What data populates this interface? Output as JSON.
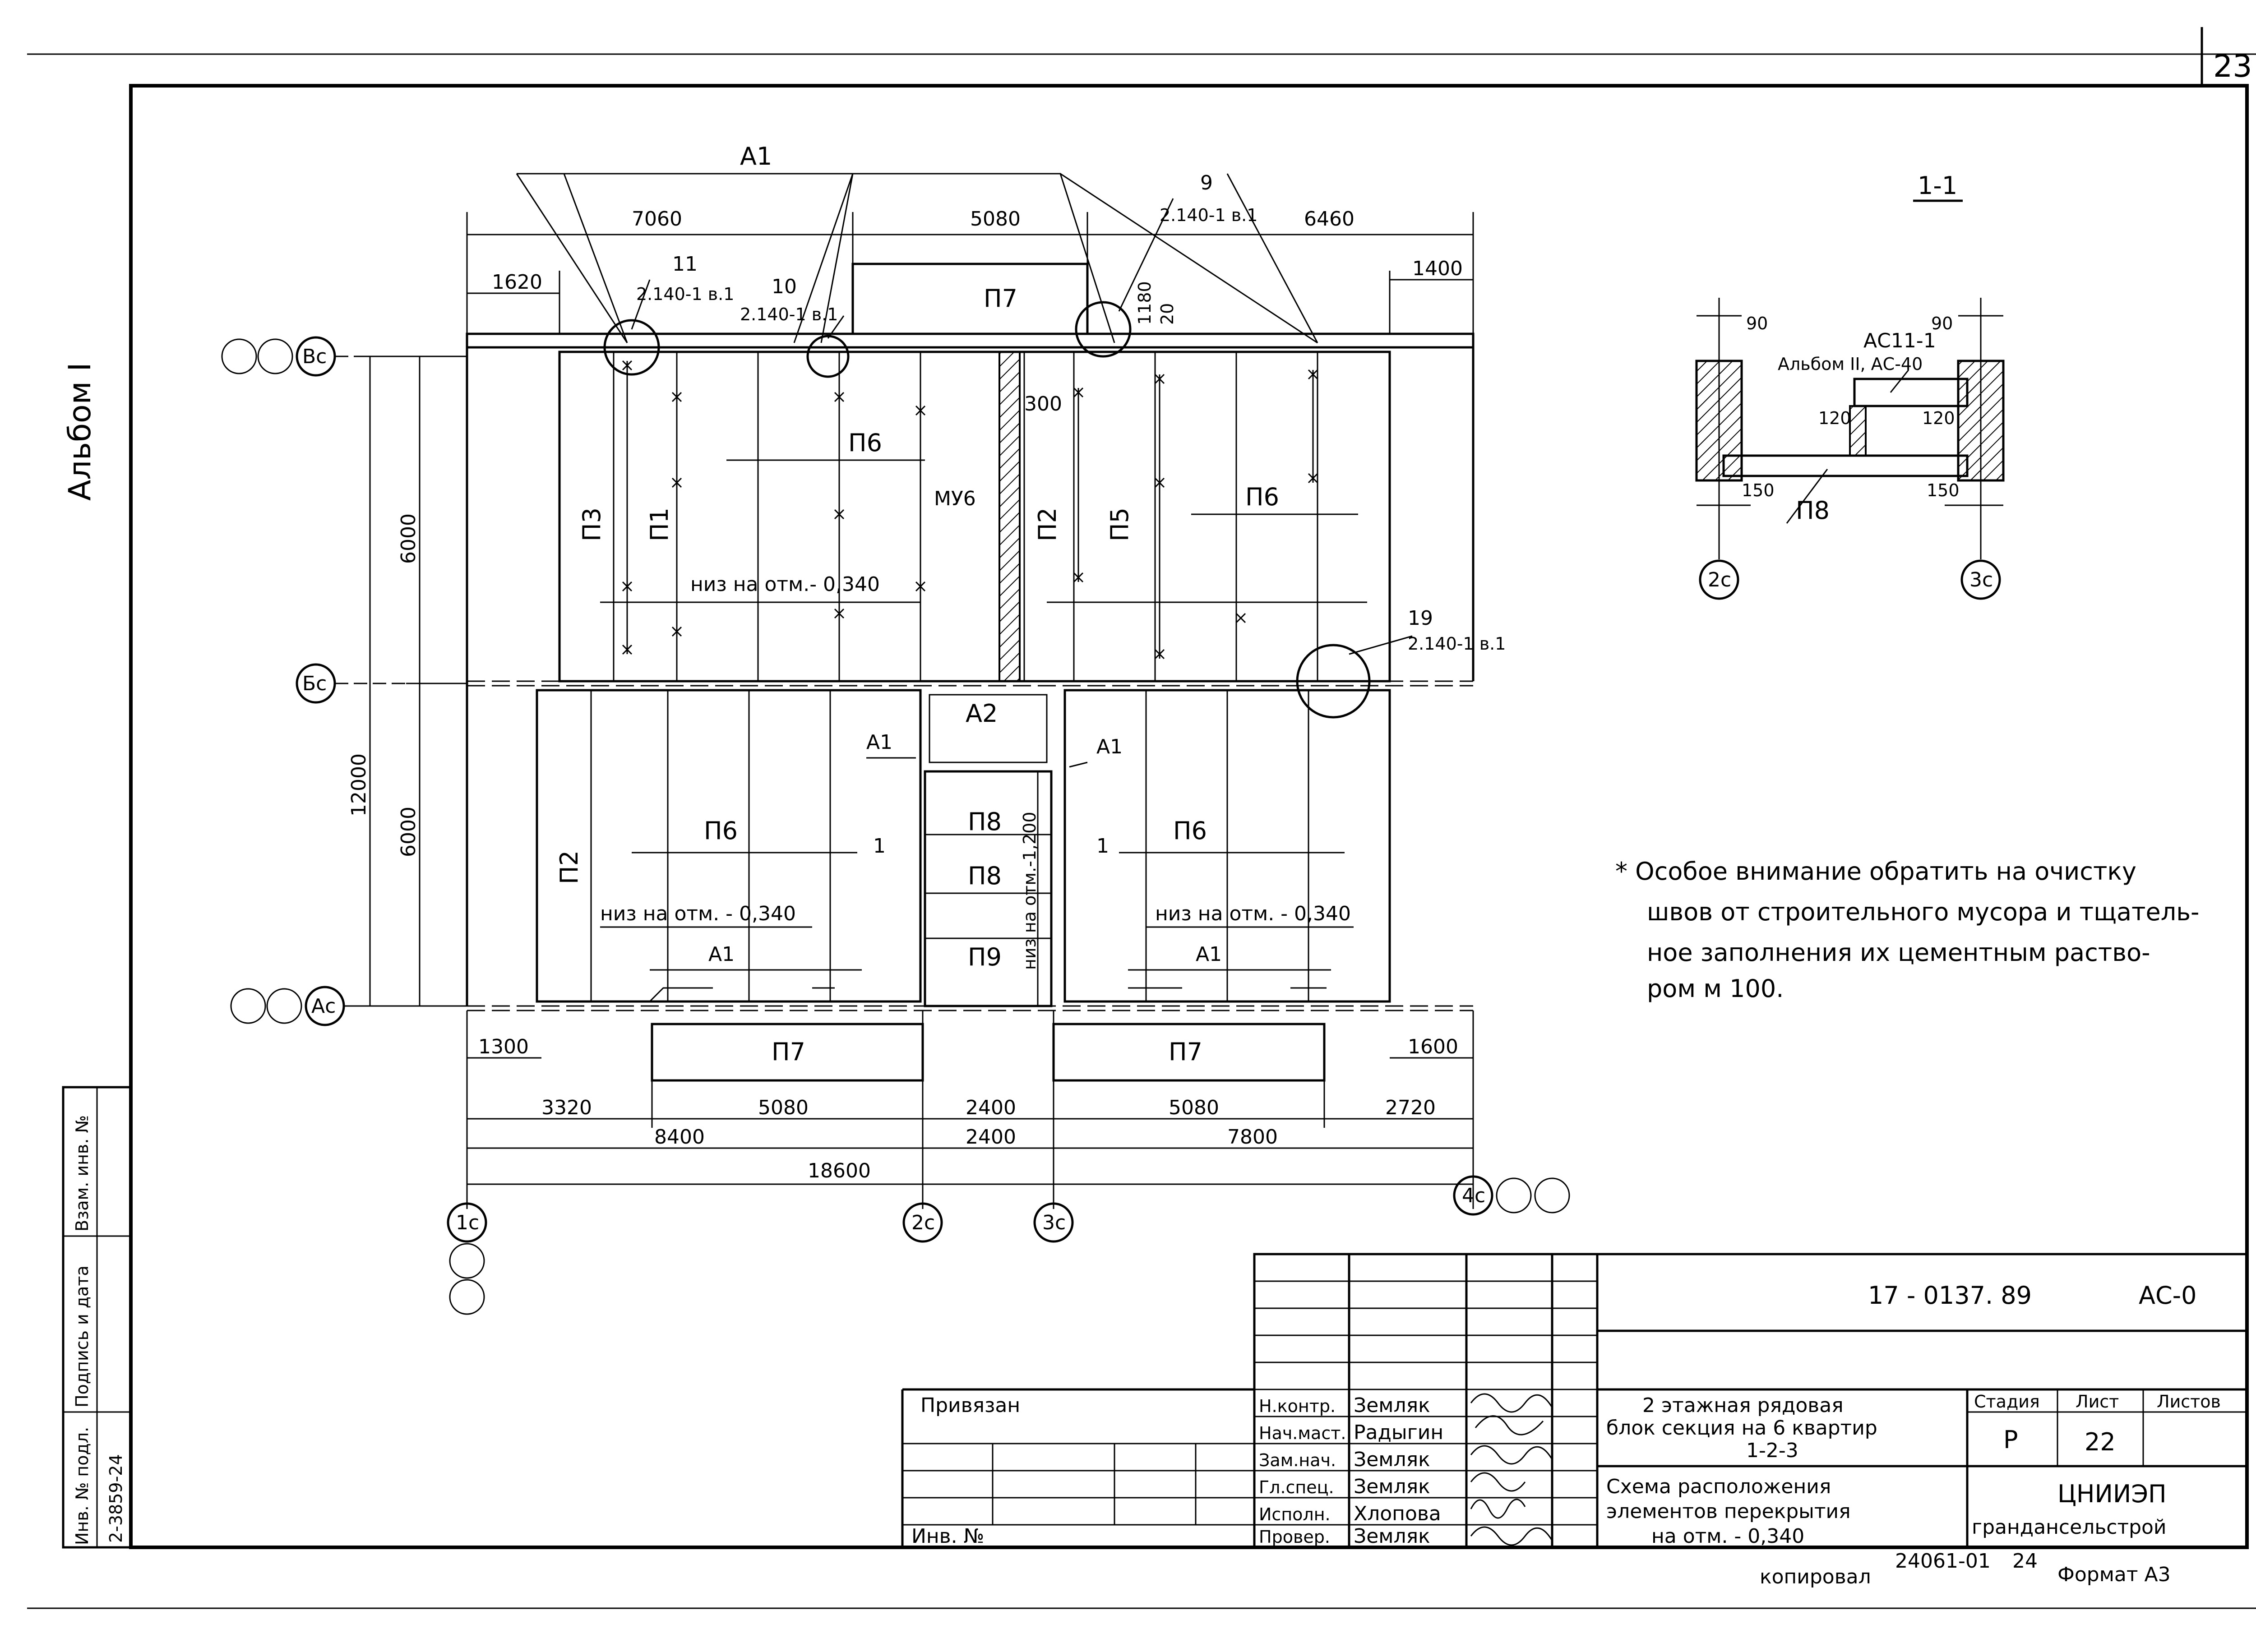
{
  "sheet": {
    "corner_number": "23",
    "album_label": "Альбом I",
    "copied_label": "копировал",
    "copied_code": "24061-01",
    "copied_sheet": "24",
    "format_label": "Формат А3"
  },
  "plan": {
    "top_dims": [
      "7060",
      "5080",
      "6460"
    ],
    "top_sub_dims": [
      "1620",
      "1400"
    ],
    "bottom_dims_row1": [
      "1300",
      "1600"
    ],
    "bottom_dims_row2": [
      "3320",
      "5080",
      "2400",
      "5080",
      "2720"
    ],
    "bottom_dims_row3": [
      "8400",
      "2400",
      "7800"
    ],
    "bottom_total": "18600",
    "left_dims": [
      "6000",
      "6000"
    ],
    "left_total": "12000",
    "axes_rows": [
      "Вс",
      "Бс",
      "Ас"
    ],
    "axes_cols": [
      "1с",
      "2с",
      "3с",
      "4с"
    ],
    "callouts": [
      {
        "num": "11",
        "ref": "2.140-1 в.1"
      },
      {
        "num": "10",
        "ref": "2.140-1 в.1"
      },
      {
        "num": "9",
        "ref": "2.140-1 в.1"
      },
      {
        "num": "19",
        "ref": "2.140-1 в.1"
      }
    ],
    "elements": {
      "a1": "А1",
      "a2": "А2",
      "p1": "П1",
      "p2": "П2",
      "p3": "П3",
      "p5": "П5",
      "p6": "П6",
      "p7": "П7",
      "p8": "П8",
      "p9": "П9",
      "muv6": "МУ6"
    },
    "dim_1180": "1180",
    "dim_20": "20",
    "dim_300": "300",
    "note_low_top": "низ   на отм.- 0,340",
    "note_low": "низ на отм. - 0,340",
    "note_low_mid": "низ на отм.-1,200",
    "section_mark": "1"
  },
  "section": {
    "title": "1-1",
    "dims": [
      "90",
      "90",
      "120",
      "120",
      "150",
      "150"
    ],
    "ref_label": "АС11-1",
    "ref_sub": "Альбом II, АС-40",
    "element": "П8",
    "axes": [
      "2с",
      "3с"
    ]
  },
  "note": [
    "* Особое внимание обратить на очистку",
    "швов от строительного мусора и тщатель-",
    "ное заполнения их цементным раство-",
    "ром м 100."
  ],
  "stamp": {
    "code": "17 - 0137. 89",
    "mark": "АС-0",
    "bound_label": "Привязан",
    "inv_label": "Инв. №",
    "roles": [
      "Н.контр.",
      "Нач.маст.",
      "Зам.нач.",
      "Гл.спец.",
      "Исполн.",
      "Провер."
    ],
    "names": [
      "Земляк",
      "Радыгин",
      "Земляк",
      "Земляк",
      "Хлопова",
      "Земляк"
    ],
    "project_title": [
      "2 этажная рядовая",
      "блок секция на 6 квартир",
      "1-2-3"
    ],
    "sheet_title": [
      "Схема расположения",
      "элементов перекрытия",
      "на отм. - 0,340"
    ],
    "stage_label": "Стадия",
    "sheet_label": "Лист",
    "sheets_label": "Листов",
    "stage": "Р",
    "sheet_num": "22",
    "org": [
      "ЦНИИЭП",
      "грандансельстрой"
    ]
  },
  "side_stamp": {
    "labels": [
      "Инв. № подл.",
      "Подпись и дата",
      "Взам. инв. №"
    ],
    "inv_value": "2-3859-24"
  }
}
